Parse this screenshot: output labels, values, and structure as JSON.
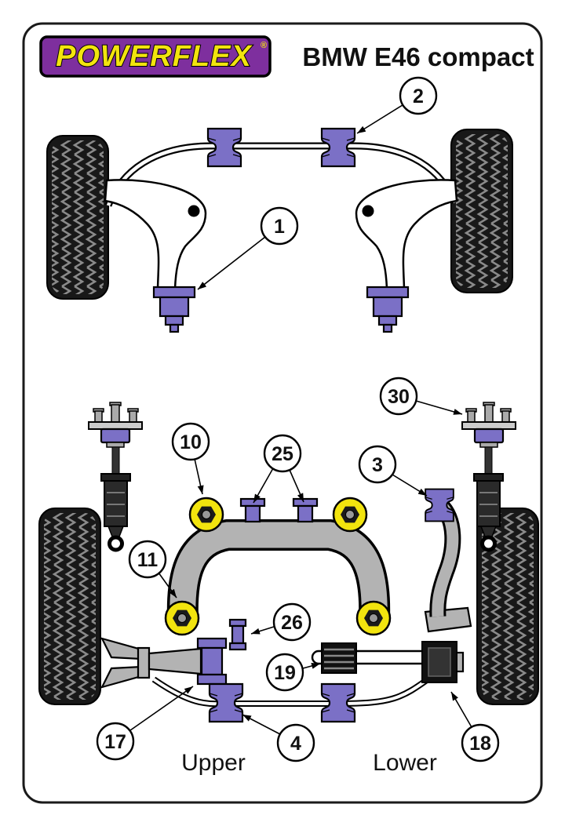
{
  "header": {
    "logo_text": "POWERFLEX",
    "logo_registered_mark": "®",
    "title": "BMW E46 compact"
  },
  "front_diagram": {
    "callouts": [
      {
        "number": "1"
      },
      {
        "number": "2"
      }
    ]
  },
  "rear_diagram": {
    "callouts": [
      {
        "number": "30"
      },
      {
        "number": "10"
      },
      {
        "number": "25"
      },
      {
        "number": "3"
      },
      {
        "number": "11"
      },
      {
        "number": "26"
      },
      {
        "number": "19"
      },
      {
        "number": "17"
      },
      {
        "number": "4"
      },
      {
        "number": "18"
      }
    ],
    "labels": {
      "upper": "Upper",
      "lower": "Lower"
    }
  },
  "colors": {
    "page_background": "#ffffff",
    "logo_purple": "#7e2f9e",
    "bushing_purple": "#7b70c6",
    "bushing_yellow": "#f2e40e",
    "metal_gray": "#b3b3b3",
    "outline_black": "#1a1a1a"
  }
}
